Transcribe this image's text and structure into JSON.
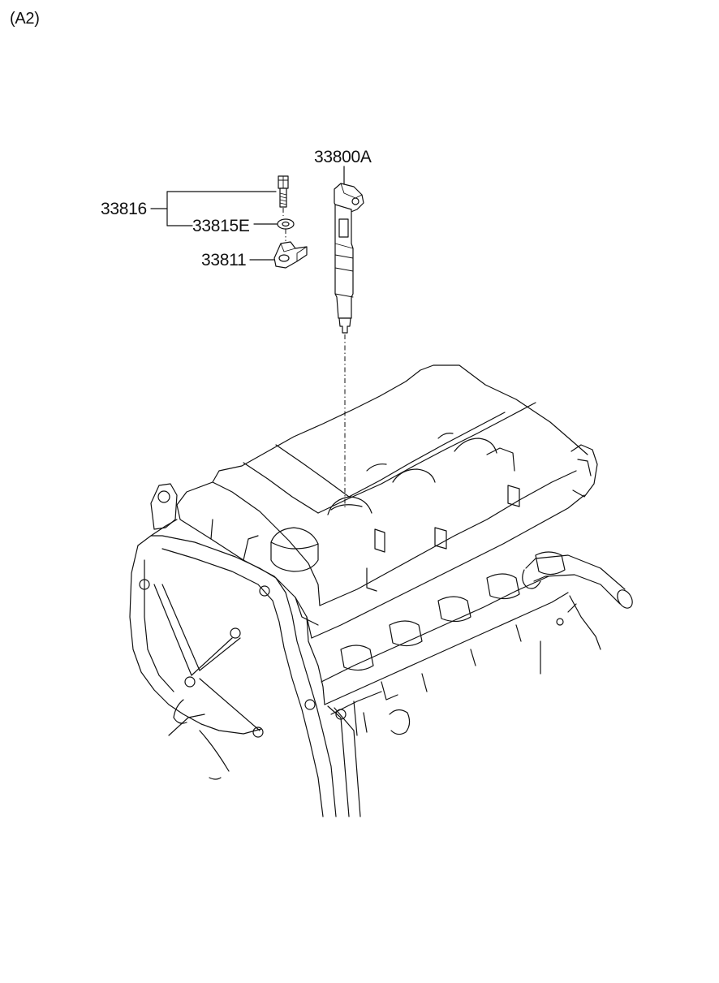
{
  "diagram": {
    "view_label": "(A2)",
    "parts": {
      "injector": "33800A",
      "bolt_assembly": "33816",
      "washer": "33815E",
      "clamp": "33811"
    },
    "colors": {
      "line": "#111111",
      "background": "#ffffff"
    }
  }
}
